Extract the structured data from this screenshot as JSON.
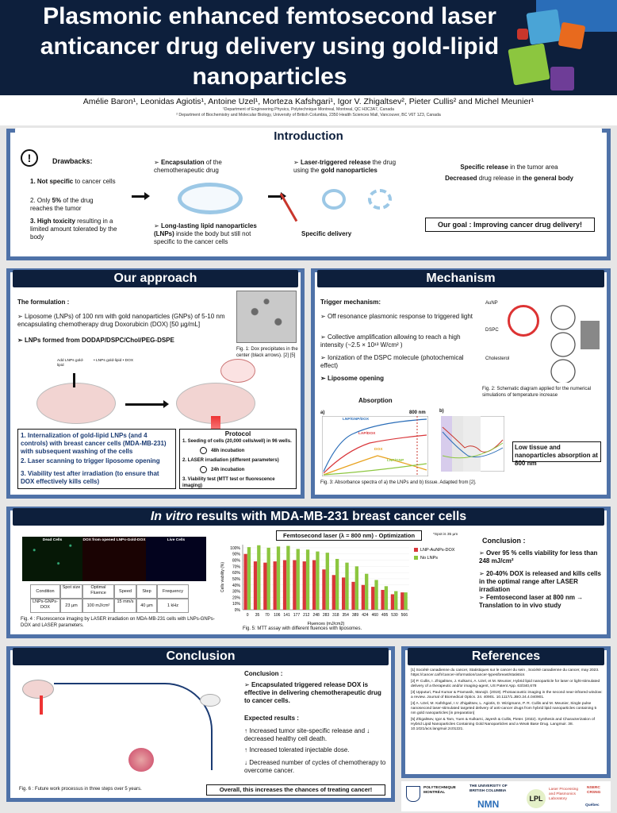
{
  "header": {
    "title": "Plasmonic enhanced femtosecond laser anticancer drug delivery using gold-lipid nanoparticles",
    "colors": [
      "#2a6db8",
      "#4aa4d6",
      "#e86a1e",
      "#8cc63f",
      "#c9362c",
      "#6e3d97"
    ]
  },
  "authors": {
    "names": "Amélie Baron¹, Leonidas Agiotis¹, Antoine Uzel¹, Morteza Kafshgari¹, Igor V. Zhigaltsev², Pieter Cullis² and Michel Meunier¹",
    "aff1": "¹Department of Engineering Physics, Polytechnique Montreal, Montreal, QC H3C3A7, Canada",
    "aff2": "² Department of Biochemistry and Molecular Biology, University of British Columbia, 2350 Health Sciences Mall, Vancouver, BC V6T 1Z3, Canada"
  },
  "intro": {
    "title": "Introduction",
    "drawbacks": "Drawbacks:",
    "d1b": "1. Not specific",
    "d1": " to cancer cells",
    "d2": "2. Only ",
    "d2b": "5%",
    "d2c": " of the drug reaches the tumor",
    "d3b": "3. High toxicity",
    "d3": " resulting in a limited amount tolerated by the body",
    "enc_b": "Encapsulation",
    "enc": " of the chemotherapeutic drug",
    "lip_b": "Long-lasting lipid nanoparticles (LNPs)",
    "lip": " inside the body but still not specific to the cancer cells",
    "las_b": "Laser-triggered release",
    "las": " the drug using the ",
    "las_b2": "gold nanoparticles",
    "spec": "Specific delivery",
    "r1b": "Specific release",
    "r1": " in the tumor area",
    "r2b": "Decreased",
    "r2": " drug release in ",
    "r2b2": "the general body",
    "goal": "Our goal : Improving cancer drug delivery!"
  },
  "approach": {
    "title": "Our approach",
    "formulation": "The formulation :",
    "b1": "Liposome (LNPs) of 100 nm with gold nanoparticles (GNPs) of 5-10 nm encapsulating chemotherapy drug Doxorubicin (DOX) [50 µg/mL]",
    "b2": "LNPs formed from DODAP/DSPC/Chol/PEG-DSPE",
    "fig1": "Fig. 1: Dox precipitates in the center (black arrows). [2] [5]",
    "lab_add": "Add LNPs gold-lipid",
    "lab_legend": "• LNPs gold-lipid • DOX",
    "s1": "1. Internalization of gold-lipid LNPs (and 4 controls) with breast cancer cells (MDA-MB-231) with subsequent washing of the cells",
    "s2": "2. Laser scanning to trigger liposome opening",
    "s3": "3. Viability test after irradiation (to ensure that DOX effectively kills cells)",
    "protocol": "Protocol",
    "p1": "1. Seeding of cells (20,000 cells/well) in 96 wells.",
    "p2": "48h incubation",
    "p3": "2. LASER irradiation (different parameters)",
    "p4": "24h incubation",
    "p5": "3. Viability test (MTT test or fluorescence imaging)"
  },
  "mech": {
    "title": "Mechanism",
    "trigger": "Trigger mechanism:",
    "m1": "Off resonance plasmonic response to triggered light",
    "m2": "Collective amplification allowing to reach a high intensity (~2.5 × 10¹³ W/cm² )",
    "m3": "Ionization of the DSPC molecule (photochemical effect)",
    "m4": "Liposome opening",
    "fig2": "Fig. 2: Schematic diagram applied for the numerical simulations of temperature increase",
    "auNP": "AuNP",
    "dspc": "DSPC",
    "chol": "Cholesterol",
    "absorption": "Absorption",
    "a": "a)",
    "b": "b)",
    "nm800": "800 nm",
    "curves": [
      "LNP/GNP/DOX",
      "LAP/DOX",
      "DOX",
      "LNP/GNP"
    ],
    "box": "Low tissue and nanoparticles absorption at 800 nm",
    "fig3": "Fig. 3: Absorbance spectra of a) the LNPs and b) tissue. Adapted from [2]."
  },
  "vitro": {
    "title_i": "In vitro",
    "title": " results with MDA-MB-231 breast cancer cells",
    "img_labels": [
      "Dead Cells",
      "DOX from opened LNPs-Gold-DOX",
      "Live Cells"
    ],
    "table_headers": [
      "Condition",
      "Spot size",
      "Optimal Fluence",
      "Speed",
      "Step",
      "Frequency"
    ],
    "table_row": [
      "LNPs-GNPs-DOX",
      "23 µm",
      "100 mJ/cm²",
      "15 mm/s",
      "40 µm",
      "1 kHz"
    ],
    "fig4": "Fig. 4 : Fluorescence imaging by LASER irradiation on MDA-MB-231 cells with LNPs-GNPs-DOX and LASER parameters.",
    "fig5": "Fig. 5: MTT assay with different fluences with liposomes.",
    "conclusion": "Conclusion :",
    "c1": "Over 95 % cells viability for less than 248 mJ/cm²",
    "c2": "20-40% DOX is released and kills cells in the optimal range after LASER irradiation",
    "c3": "Femtosecond laser at 800 nm → Translation to in vivo study"
  },
  "chart_data": {
    "type": "bar",
    "title": "Femtosecond laser (λ = 800 nm) - Optimization",
    "note": "*Spot is 35 µm",
    "ylabel": "Cells viability (%)",
    "xlabel": "Fluences (mJ/cm2)",
    "ylim": [
      0,
      105
    ],
    "yticks": [
      "0%",
      "10%",
      "20%",
      "30%",
      "40%",
      "50%",
      "60%",
      "70%",
      "80%",
      "90%",
      "100%"
    ],
    "categories": [
      "0",
      "35",
      "70",
      "106",
      "141",
      "177",
      "212",
      "248",
      "283",
      "318",
      "354",
      "389",
      "424",
      "460",
      "495",
      "530",
      "566"
    ],
    "series": [
      {
        "name": "LNP-AuNPs-DOX",
        "color": "#d9363a",
        "values": [
          90,
          78,
          76,
          78,
          80,
          80,
          78,
          80,
          65,
          56,
          52,
          45,
          40,
          37,
          32,
          25,
          28
        ]
      },
      {
        "name": "No LNPs",
        "color": "#8cc63f",
        "values": [
          101,
          104,
          100,
          102,
          103,
          98,
          97,
          94,
          92,
          82,
          76,
          70,
          58,
          48,
          38,
          30,
          28
        ]
      }
    ]
  },
  "concl": {
    "title": "Conclusion",
    "heading": "Conclusion :",
    "c1": "Encapsulated triggered release DOX is effective in delivering chemotherapeutic drug to cancer cells.",
    "expected": "Expected results :",
    "e1": "↑ Increased tumor site-specific release and ↓ decreased healthy cell death.",
    "e2": "↑ Increased tolerated injectable dose.",
    "e3": "↓ Decreased number of cycles of chemotherapy to overcome cancer.",
    "final": "Overall, this increases the chances of treating  cancer!",
    "fig6": "Fig. 6 : Future work processus in three steps over 5 years."
  },
  "refs": {
    "title": "References",
    "items": [
      "[1] Société canadienne du cancer, Statistiques sur le cancer du sein , Société canadienne du cancer, may 2023. https://cancer.ca/fr/cancer-information/cancer-types/breast/statistics",
      "[2] P. Cullis, I. Zhigaltsev, J. Kulkarni, A. Uzel, et M. Meunier, Hybrid lipid nanoparticle for laser or light-stimulated delivery of a therapeutic and/or imaging-agent, US Patent App. 63/340,678",
      "[3] Upputuri, Paul Kumar & Pramanik, Manojit. (2019). Photoacoustic imaging in the second near-infrared window: a review. Journal of Biomedical Optics. 24. 40901. 10.1117/1.JBO.24.4.040901.",
      "[4] A. Uzel, M. Kafshgari, I.V. Zhigaltsev, L. Agiotis, D. Wizigmann, P. R. Cullis and M. Meunier, Single pulse nanosecond laser-stimulated targeted delivery of anti-cancer drugs from hybrid lipid nanoparticles containing 5 nm gold nanoparticles [in preparation]",
      "[5] Zhigaltsev, Igor & Tam, Yuen & Kulkarni, Jayesh & Cullis, Pieter. (2022). Synthesis and Characterization of Hybrid Lipid Nanoparticles Containing Gold Nanoparticles and a Weak Base Drug. Langmuir. 38. 10.1021/acs.langmuir.2c01221."
    ],
    "logos": [
      "POLYTECHNIQUE MONTRÉAL",
      "THE UNIVERSITY OF BRITISH COLUMBIA",
      "NMN",
      "LPL",
      "Laser Processing and Plasmonics Laboratory",
      "NSERC CRSNG",
      "Québec"
    ]
  }
}
